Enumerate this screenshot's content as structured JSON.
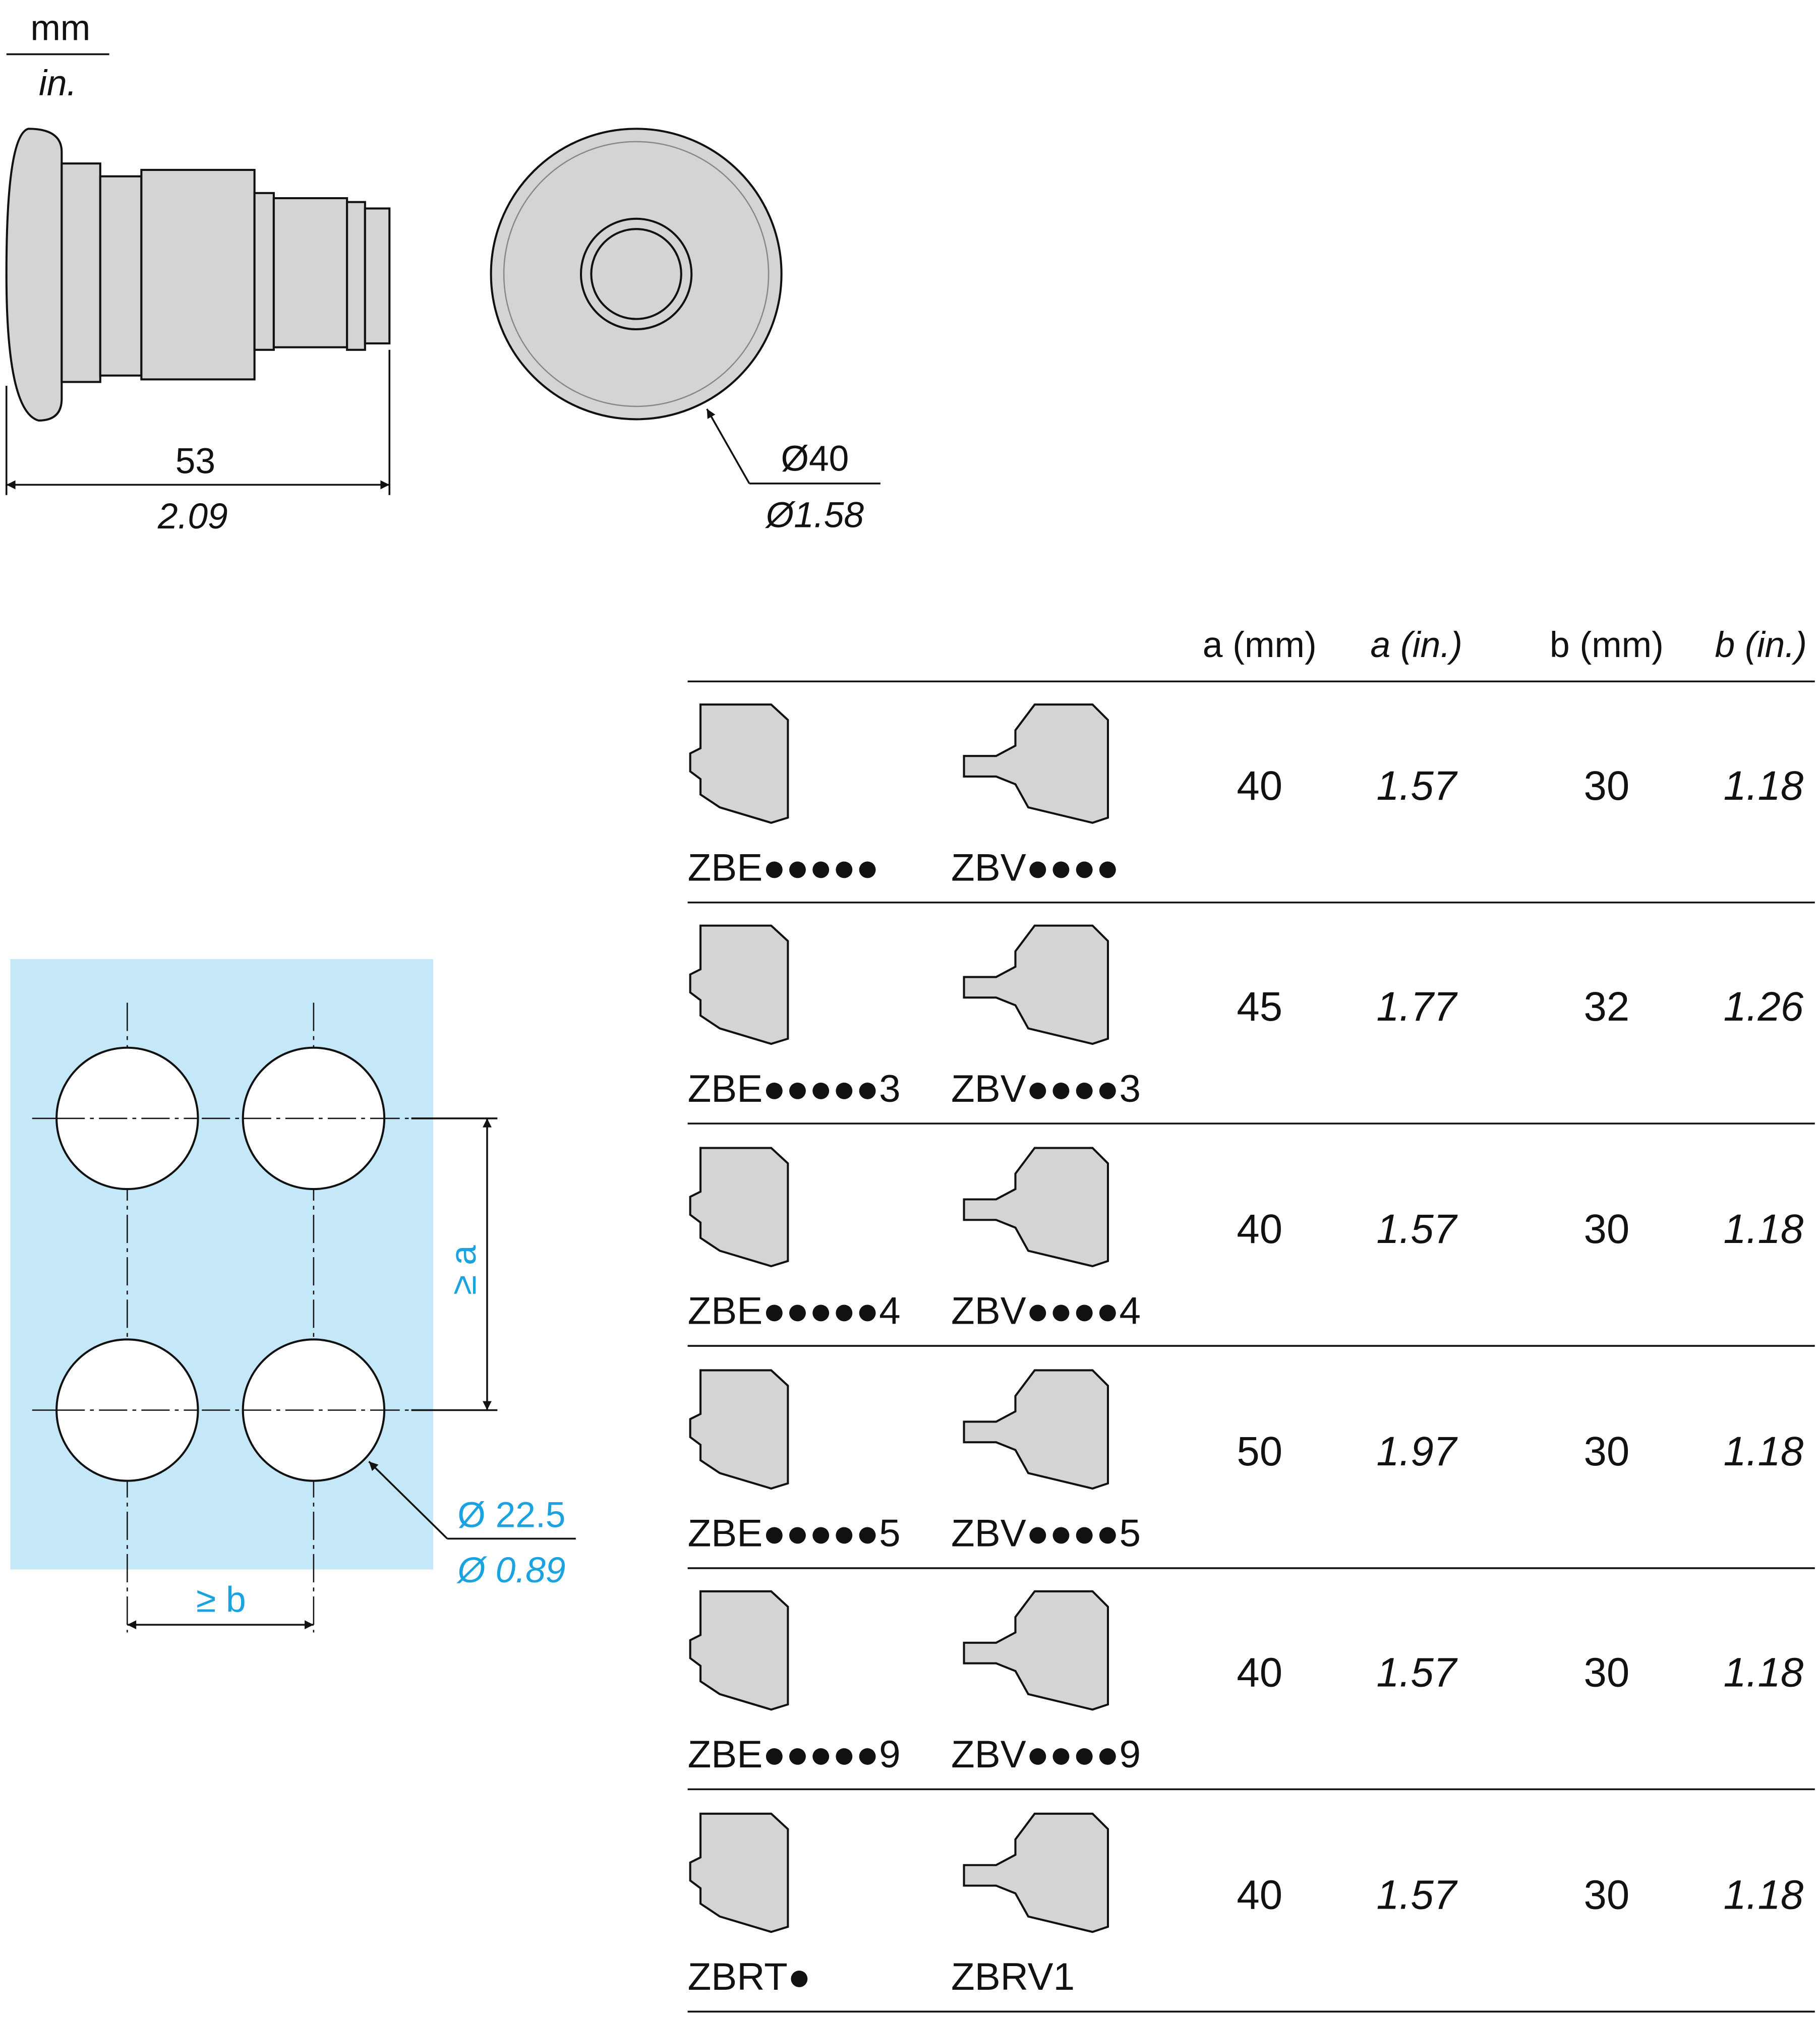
{
  "units": {
    "primary": "mm",
    "secondary": "in."
  },
  "button_dims": {
    "length_mm": "53",
    "length_in": "2.09",
    "diameter_mm": "Ø40",
    "diameter_in": "Ø1.58"
  },
  "cutout": {
    "spacing_a": "≥ a",
    "spacing_b": "≥ b",
    "hole_mm": "Ø 22.5",
    "hole_in": "Ø 0.89",
    "panel_color": "#c5e8f8",
    "accent_color": "#1aa3e0"
  },
  "table": {
    "headers": [
      "a (mm)",
      "a (in.)",
      "b (mm)",
      "b (in.)"
    ],
    "rows": [
      {
        "left": "ZBE●●●●●",
        "right": "ZBV●●●●",
        "a_mm": "40",
        "a_in": "1.57",
        "b_mm": "30",
        "b_in": "1.18"
      },
      {
        "left": "ZBE●●●●●3",
        "right": "ZBV●●●●3",
        "a_mm": "45",
        "a_in": "1.77",
        "b_mm": "32",
        "b_in": "1.26"
      },
      {
        "left": "ZBE●●●●●4",
        "right": "ZBV●●●●4",
        "a_mm": "40",
        "a_in": "1.57",
        "b_mm": "30",
        "b_in": "1.18"
      },
      {
        "left": "ZBE●●●●●5",
        "right": "ZBV●●●●5",
        "a_mm": "50",
        "a_in": "1.97",
        "b_mm": "30",
        "b_in": "1.18"
      },
      {
        "left": "ZBE●●●●●9",
        "right": "ZBV●●●●9",
        "a_mm": "40",
        "a_in": "1.57",
        "b_mm": "30",
        "b_in": "1.18"
      },
      {
        "left": "ZBRT●",
        "right": "ZBRV1",
        "a_mm": "40",
        "a_in": "1.57",
        "b_mm": "30",
        "b_in": "1.18"
      }
    ]
  }
}
